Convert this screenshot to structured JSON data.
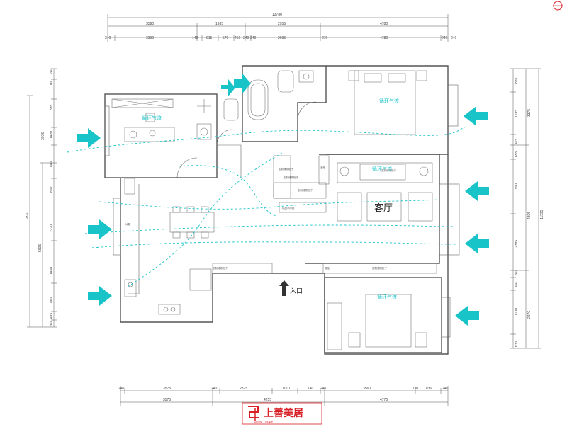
{
  "dimensions": {
    "top_total": "13780",
    "top_row1": [
      "3390",
      "1935",
      "2955",
      "4780"
    ],
    "top_row2": [
      "240",
      "3390",
      "140",
      "915",
      "570",
      "450",
      "240",
      "240",
      "2695",
      "270",
      "4780",
      "240",
      "240"
    ],
    "bottom_row1": [
      "240",
      "3575",
      "240",
      "2325",
      "1170",
      "740",
      "240",
      "3560",
      "180",
      "1036",
      "240"
    ],
    "bottom_row2": [
      "3575",
      "4255",
      "4775"
    ],
    "left_outer": [
      "9870",
      "5605"
    ],
    "left_inner": [
      "240",
      "700",
      "835",
      "1420",
      "800",
      "860",
      "2220",
      "1450",
      "860",
      "415",
      "240"
    ],
    "left_mid": [
      "3075"
    ],
    "right_inner": [
      "885",
      "1795",
      "475",
      "655",
      "1990",
      "2385",
      "240",
      "450",
      "1730",
      "630"
    ],
    "right_outer": [
      "3375",
      "4805",
      "2970",
      "11595"
    ]
  },
  "flow_labels": [
    "循环气流",
    "循环气流",
    "循环气流",
    "循环气流"
  ],
  "room_label": "客厅",
  "entry_label": "入口",
  "furniture_labels": [
    "定制储物柜子",
    "定制储物柜子",
    "定制储物柜子",
    "定制储物柜子",
    "鞋柜",
    "成品木床柜",
    "酒柜",
    "定制储物柜子",
    "冰箱",
    "定制储物柜子"
  ],
  "brand": {
    "name": "上善美居",
    "tagline": "品质家装 · 上善美居"
  },
  "colors": {
    "flow": "#19c4c9",
    "wall": "#555555",
    "brand": "#d91f26"
  },
  "arrows": [
    "air-inlet-arrow",
    "air-inlet-arrow",
    "air-inlet-arrow",
    "air-inlet-arrow",
    "air-inlet-arrow",
    "air-inlet-arrow",
    "air-inlet-arrow",
    "air-inlet-arrow"
  ]
}
